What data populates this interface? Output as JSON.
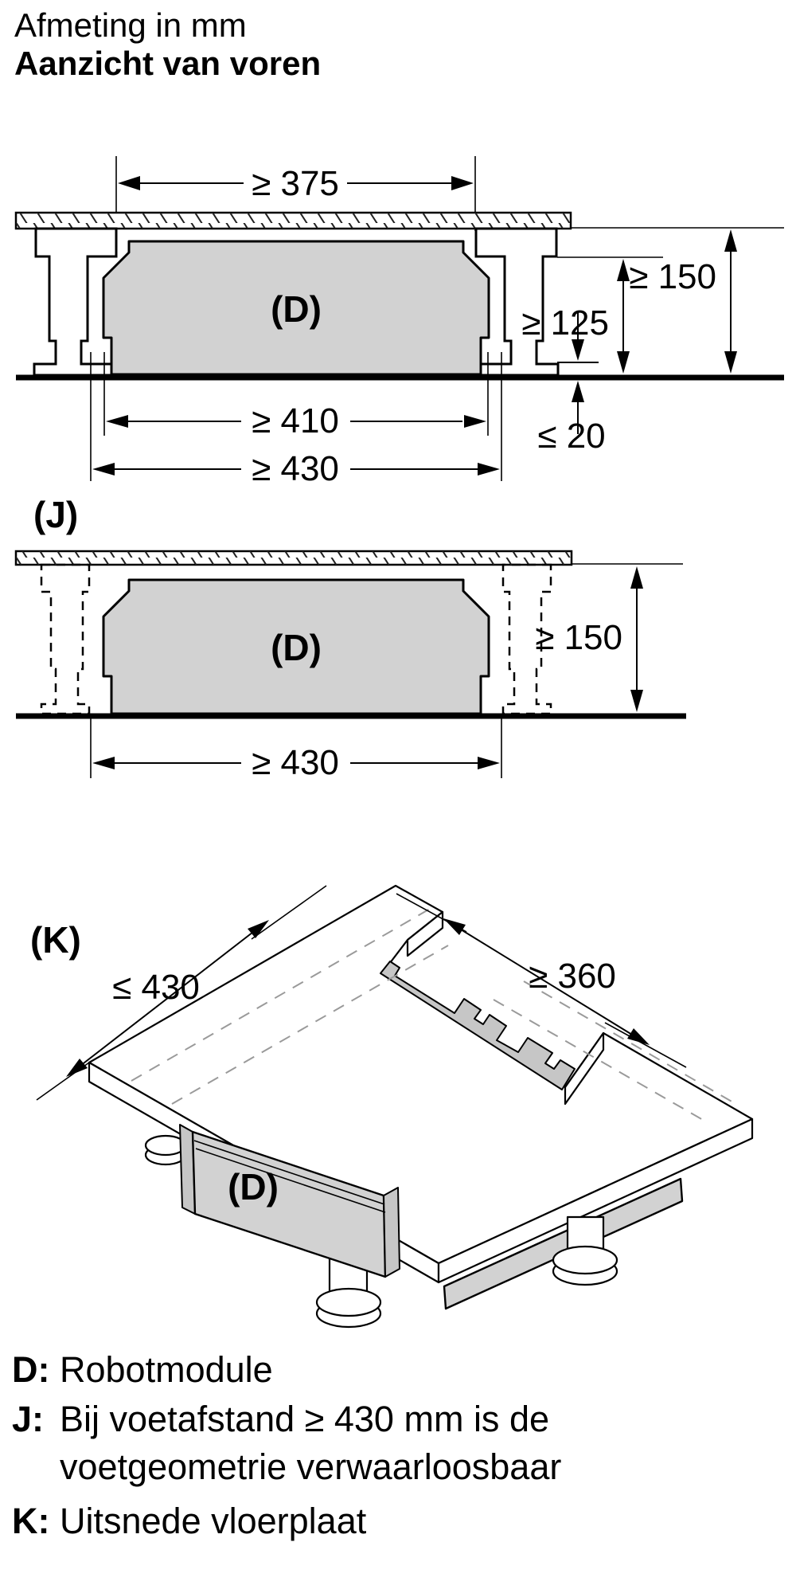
{
  "title": {
    "line1": "Afmeting in mm",
    "line2": "Aanzicht van voren"
  },
  "front_view": {
    "module_label": "(D)",
    "dim_top_width": "≥ 375",
    "dim_height_total": "≥ 150",
    "dim_height_foot": "≥ 125",
    "dim_width_inner": "≥ 410",
    "dim_width_outer": "≥ 430",
    "dim_base_offset": "≤ 20"
  },
  "view_j": {
    "view_label": "(J)",
    "module_label": "(D)",
    "dim_height": "≥ 150",
    "dim_width": "≥ 430"
  },
  "view_k": {
    "view_label": "(K)",
    "module_label": "(D)",
    "dim_plate_width": "≤ 430",
    "dim_cutout_width": "≥ 360"
  },
  "legend": {
    "d_key": "D:",
    "d_text": "Robotmodule",
    "j_key": "J:",
    "j_text_line1": "Bij voetafstand ≥ 430 mm is de",
    "j_text_line2": "voetgeometrie verwaarloosbaar",
    "k_key": "K:",
    "k_text": "Uitsnede vloerplaat"
  },
  "colors": {
    "module_fill": "#d2d2d2",
    "edge_fill": "#c6c6c6",
    "line": "#000000",
    "dash_gray": "#9a9a9a"
  }
}
